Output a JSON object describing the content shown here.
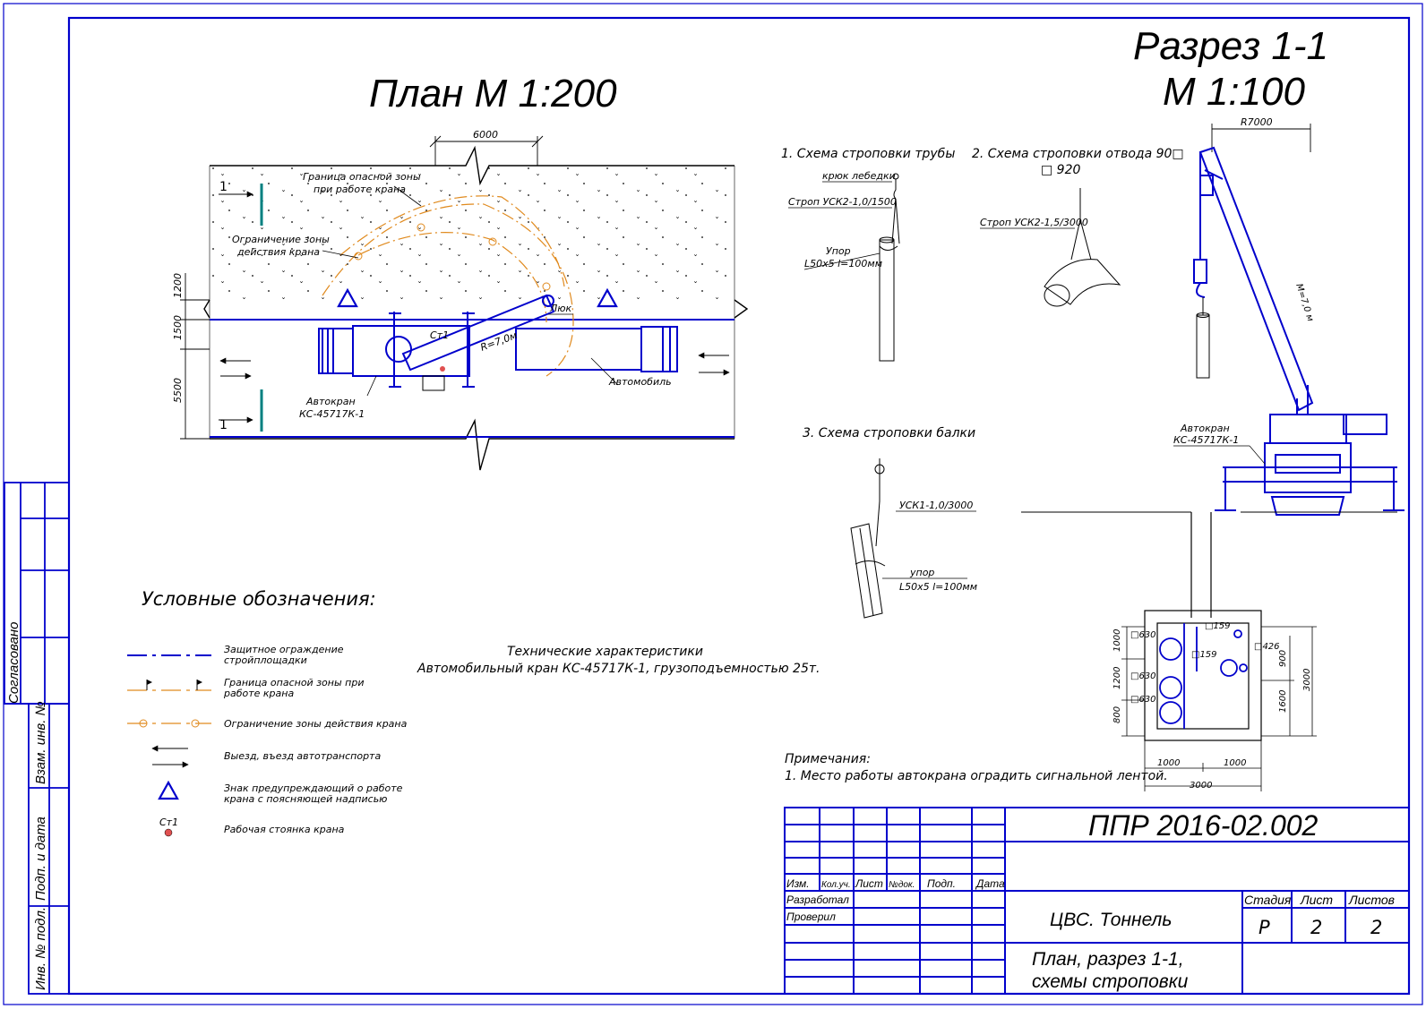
{
  "plan": {
    "title": "План М 1:200",
    "dim_6000": "6000",
    "dim_1200": "1200",
    "dim_1500": "1500",
    "dim_5500": "5500",
    "section_mark": "1",
    "label_danger_zone": [
      "Граница опасной зоны",
      "при работе крана"
    ],
    "label_crane_limit": [
      "Ограничение зоны",
      "действия крана"
    ],
    "label_hatch": "Люк",
    "label_station": "Ст1",
    "label_radius": "R=7,0м",
    "label_crane": [
      "Автокран",
      "КС-45717К-1"
    ],
    "label_truck": "Автомобиль"
  },
  "section": {
    "title_line1": "Разрез 1-1",
    "title_line2": "М 1:100",
    "dim_r7000": "R7000",
    "boom_label": "М=7,0 м",
    "crane_label": [
      "Автокран",
      "КС-45717К-1"
    ],
    "dims": {
      "d1000_top": "1000",
      "d1200": "1200",
      "d800": "800",
      "d900": "900",
      "d1600": "1600",
      "d3000_v": "3000",
      "d1000_a": "1000",
      "d1000_b": "1000",
      "d3000_h": "3000"
    },
    "pipes": {
      "p630_a": "□630",
      "p630_b": "□630",
      "p630_c": "□630",
      "p159_a": "□159",
      "p159_b": "□159",
      "p426": "□426"
    }
  },
  "schemes": {
    "scheme1_title": "1. Схема строповки трубы",
    "scheme2_title": "2. Схема строповки отвода 90□",
    "scheme2_diameter": "□ 920",
    "hook": "крюк лебедки",
    "sling1": "Строп УСК2-1,0/1500",
    "stop1": [
      "Упор",
      "L50x5  l=100мм"
    ],
    "sling2": "Строп УСК2-1,5/3000",
    "scheme3_title": "3. Схема строповки балки",
    "sling3": "УСК1-1,0/3000",
    "stop3": [
      "упор",
      "L50x5 l=100мм"
    ]
  },
  "legend": {
    "title": "Условные обозначения:",
    "items": [
      [
        "Защитное ограждение",
        "стройплощадки"
      ],
      [
        "Граница опасной зоны при",
        "работе крана"
      ],
      [
        "Ограничение зоны действия крана"
      ],
      [
        "Выезд, въезд автотранспорта"
      ],
      [
        "Знак предупреждающий о работе",
        "крана с поясняющей надписью"
      ],
      [
        "Рабочая стоянка крана"
      ]
    ],
    "station_label": "Ст1"
  },
  "tech": {
    "title": "Технические характеристики",
    "text": "Автомобильный кран КС-45717К-1, грузоподъемностью 25т."
  },
  "notes": {
    "title": "Примечания:",
    "text": "1. Место работы автокрана оградить сигнальной лентой."
  },
  "stamp": {
    "code": "ППР 2016-02.002",
    "cols": [
      "Изм.",
      "Кол.уч.",
      "Лист",
      "№док.",
      "Подп.",
      "Дата"
    ],
    "developed": "Разработал",
    "checked": "Проверил",
    "project": "ЦВС. Тоннель",
    "sheet_title_1": "План, разрез 1-1,",
    "sheet_title_2": "схемы строповки",
    "stage_label": "Стадия",
    "sheet_label": "Лист",
    "sheets_label": "Листов",
    "stage": "Р",
    "sheet": "2",
    "sheets": "2"
  },
  "side": {
    "agreed": "Согласовано",
    "vzam": "Взам. инв. №",
    "podp": "Подп. и дата",
    "inv": "Инв. № подл."
  },
  "colors": {
    "frame": "#0000cc",
    "zone": "#e08a1e",
    "accent": "#008080",
    "station": "#e05050"
  }
}
